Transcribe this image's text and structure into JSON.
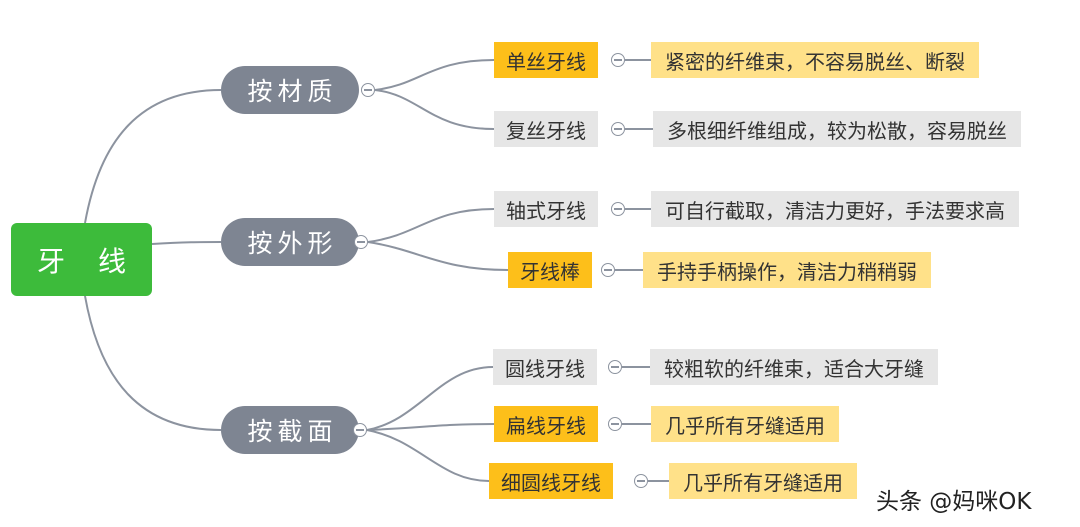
{
  "root": {
    "label": "牙 线"
  },
  "categories": [
    {
      "label": "按材质",
      "items": [
        {
          "type": "单丝牙线",
          "desc": "紧密的纤维束，不容易脱丝、断裂",
          "highlight": true
        },
        {
          "type": "复丝牙线",
          "desc": "多根细纤维组成，较为松散，容易脱丝",
          "highlight": false
        }
      ]
    },
    {
      "label": "按外形",
      "items": [
        {
          "type": "轴式牙线",
          "desc": "可自行截取，清洁力更好，手法要求高",
          "highlight": false
        },
        {
          "type": "牙线棒",
          "desc": "手持手柄操作，清洁力稍稍弱",
          "highlight": true
        }
      ]
    },
    {
      "label": "按截面",
      "items": [
        {
          "type": "圆线牙线",
          "desc": "较粗软的纤维束，适合大牙缝",
          "highlight": false
        },
        {
          "type": "扁线牙线",
          "desc": "几乎所有牙缝适用",
          "highlight": true
        },
        {
          "type": "细圆线牙线",
          "desc": "几乎所有牙缝适用",
          "highlight": true
        }
      ]
    }
  ],
  "watermark": "头条 @妈咪OK",
  "colors": {
    "root_bg": "#3dbb3b",
    "category_bg": "#7e8592",
    "highlight_type_bg": "#fdbf1a",
    "highlight_desc_bg": "#ffe189",
    "plain_bg": "#e6e6e6",
    "connector": "#8c939f"
  }
}
